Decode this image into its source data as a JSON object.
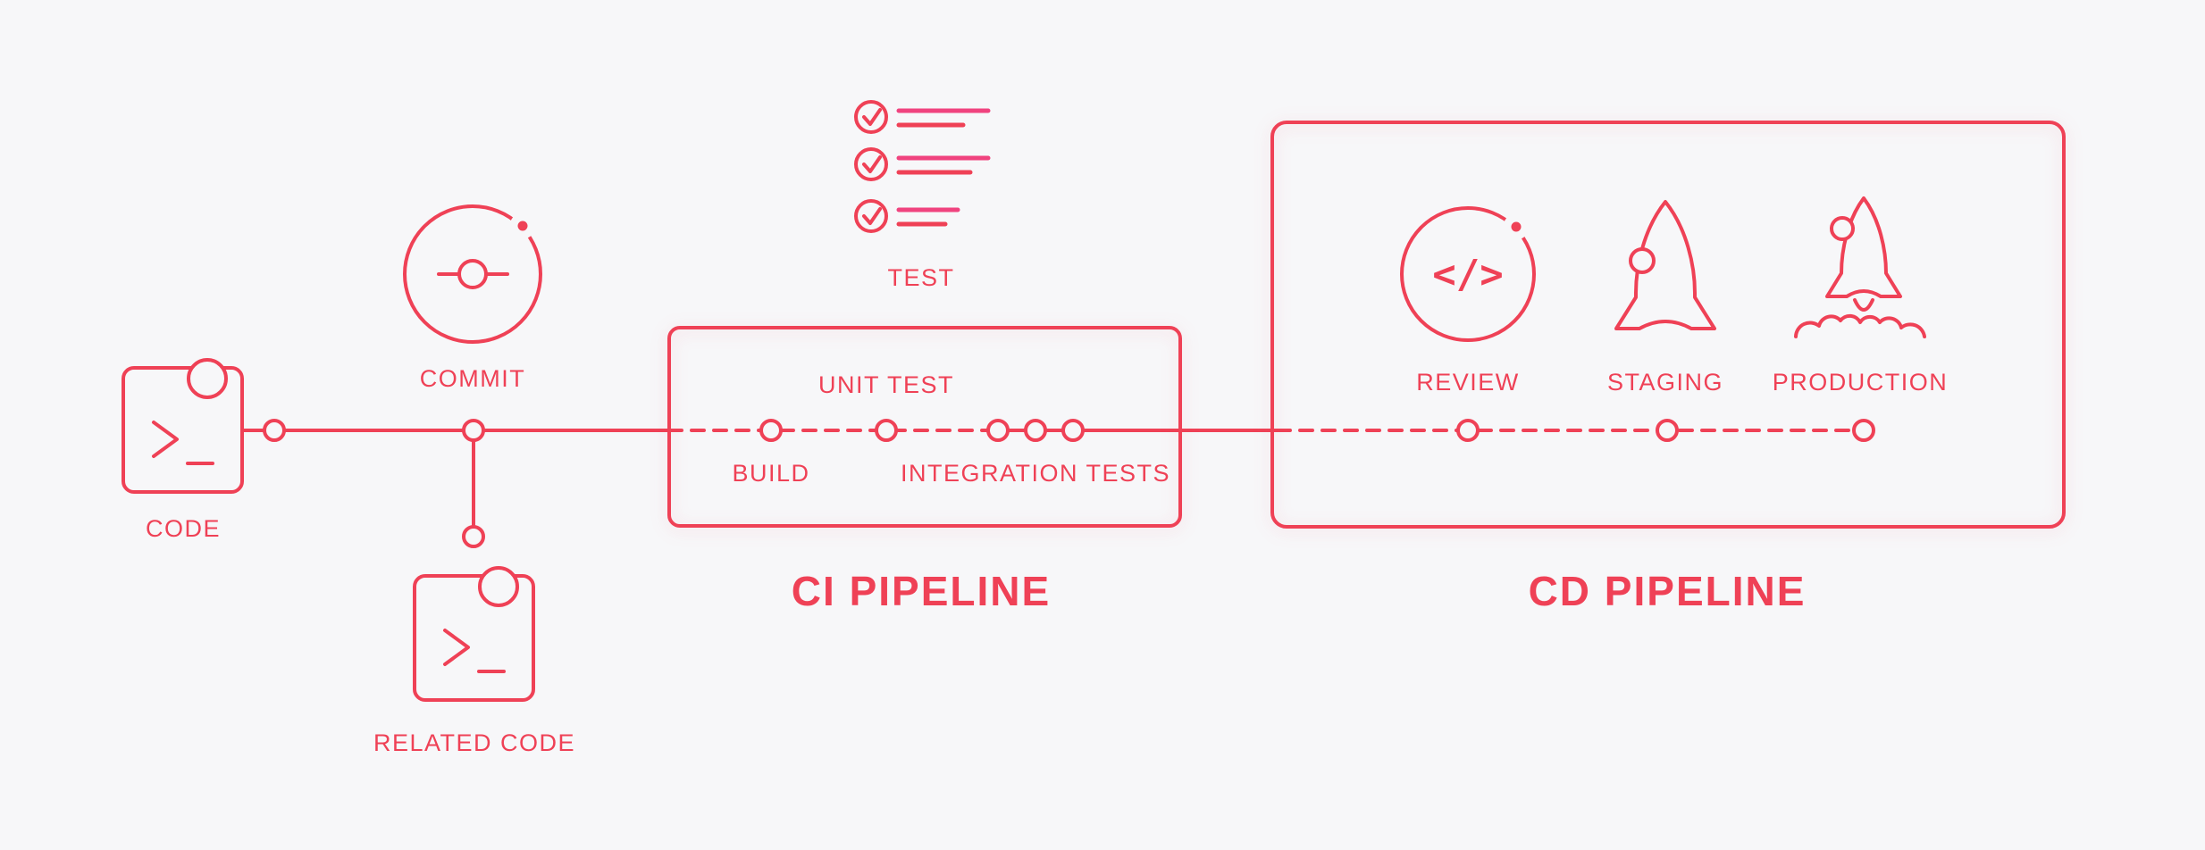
{
  "colors": {
    "red": "#ef4156",
    "pink": "#f0437f",
    "bg": "#f7f7f9"
  },
  "stages": {
    "code": {
      "label": "CODE"
    },
    "commit": {
      "label": "COMMIT"
    },
    "related_code": {
      "label": "RELATED CODE"
    },
    "test": {
      "label": "TEST"
    },
    "ci": {
      "title": "CI PIPELINE",
      "build_label": "BUILD",
      "unit_test_label": "UNIT TEST",
      "integration_tests_label": "INTEGRATION TESTS"
    },
    "cd": {
      "title": "CD PIPELINE",
      "review_label": "REVIEW",
      "staging_label": "STAGING",
      "production_label": "PRODUCTION"
    }
  },
  "icons": {
    "code": "terminal-code-icon",
    "commit": "git-commit-orbit-icon",
    "related_code": "terminal-code-icon",
    "test": "checklist-icon",
    "review": "code-review-icon",
    "review_glyph": "</>",
    "staging": "rocket-icon",
    "production": "rocket-launch-icon"
  }
}
